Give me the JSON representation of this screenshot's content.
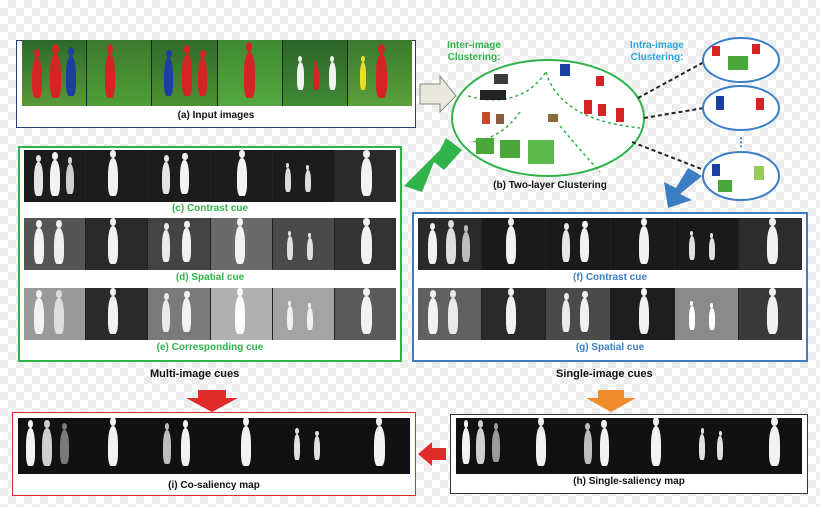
{
  "panels": {
    "input": "(a) Input images",
    "clustering": "(b) Two-layer Clustering",
    "contrast_multi": "(c) Contrast cue",
    "spatial_multi": "(d) Spatial cue",
    "corresponding": "(e) Corresponding cue",
    "contrast_single": "(f) Contrast cue",
    "spatial_single": "(g) Spatial cue",
    "single_saliency": "(h) Single-saliency map",
    "co_saliency": "(i) Co-saliency map"
  },
  "clustering_labels": {
    "inter_line1": "Inter-image",
    "inter_line2": "Clustering:",
    "intra_line1": "Intra-image",
    "intra_line2": "Clustering:"
  },
  "group_labels": {
    "multi": "Multi-image cues",
    "single": "Single-image cues"
  },
  "colors": {
    "green": "#2fb34a",
    "blue": "#3a7fc4",
    "red": "#e02b2b",
    "orange": "#f08a2a",
    "navy": "#2c3a7a",
    "dark": "#333333",
    "cluster_title": "#2aa7d8"
  }
}
